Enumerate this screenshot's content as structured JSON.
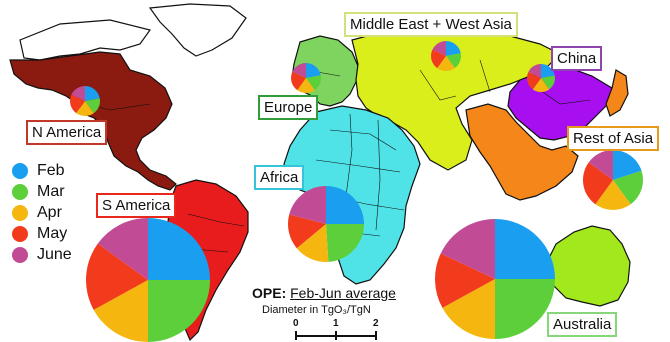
{
  "legend": {
    "items": [
      {
        "label": "Feb",
        "color": "#1a9ef0"
      },
      {
        "label": "Mar",
        "color": "#5ccf3a"
      },
      {
        "label": "Apr",
        "color": "#f5b70f"
      },
      {
        "label": "May",
        "color": "#f23a1d"
      },
      {
        "label": "June",
        "color": "#c24b96"
      }
    ]
  },
  "regions": [
    {
      "key": "n_america",
      "label": "N America",
      "border_color": "#c0392b",
      "fill": "#8b1a10",
      "pie": [
        0.22,
        0.18,
        0.2,
        0.22,
        0.18
      ]
    },
    {
      "key": "s_america",
      "label": "S America",
      "border_color": "#e8281c",
      "fill": "#e81c1c",
      "pie": [
        0.25,
        0.25,
        0.17,
        0.18,
        0.15
      ]
    },
    {
      "key": "europe",
      "label": "Europe",
      "border_color": "#2f9e3a",
      "fill": "#7fd35f",
      "pie": [
        0.22,
        0.18,
        0.2,
        0.22,
        0.18
      ]
    },
    {
      "key": "africa",
      "label": "Africa",
      "border_color": "#34c6d8",
      "fill": "#4fe3e8",
      "pie": [
        0.25,
        0.24,
        0.15,
        0.15,
        0.21
      ]
    },
    {
      "key": "me_wa",
      "label": "Middle East + West Asia",
      "border_color": "#d5e07a",
      "fill": "#d9ee1a",
      "pie": [
        0.22,
        0.18,
        0.2,
        0.22,
        0.18
      ]
    },
    {
      "key": "china",
      "label": "China",
      "border_color": "#8e44ad",
      "fill": "#a80ff0",
      "pie": [
        0.22,
        0.18,
        0.2,
        0.22,
        0.18
      ]
    },
    {
      "key": "rest_asia",
      "label": "Rest of Asia",
      "border_color": "#e69a1c",
      "fill": "#f5861a",
      "pie": [
        0.2,
        0.2,
        0.2,
        0.25,
        0.15
      ]
    },
    {
      "key": "australia",
      "label": "Australia",
      "border_color": "#86d67a",
      "fill": "#a3e81c",
      "pie": [
        0.25,
        0.25,
        0.17,
        0.15,
        0.18
      ]
    }
  ],
  "scale": {
    "title_bold": "OPE:",
    "title_rest": "Feb-Jun average",
    "subtitle": "Diameter in TgO₃/TgN",
    "ticks": [
      "0",
      "1",
      "2"
    ]
  }
}
